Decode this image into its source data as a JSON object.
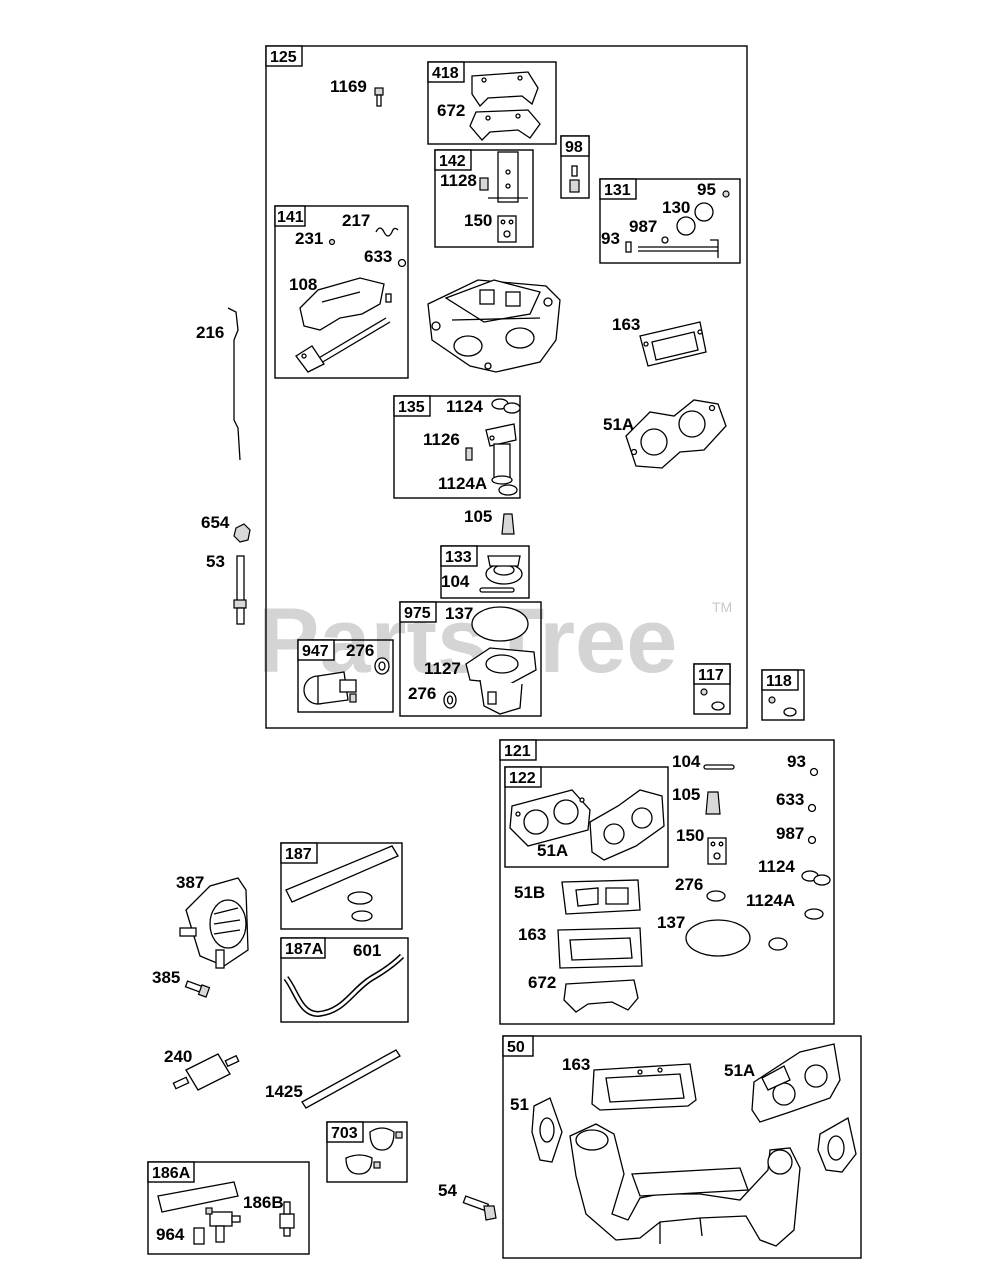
{
  "watermark": {
    "text": "PartsTree",
    "trademark": "TM"
  },
  "kits": {
    "k125": "125",
    "k418": "418",
    "k142": "142",
    "k98": "98",
    "k131": "131",
    "k141": "141",
    "k135": "135",
    "k133": "133",
    "k975": "975",
    "k947": "947",
    "k117": "117",
    "k118": "118",
    "k121": "121",
    "k122": "122",
    "k187": "187",
    "k187a": "187A",
    "k50": "50",
    "k703": "703",
    "k186a": "186A"
  },
  "labels": {
    "p1169": "1169",
    "p672a": "672",
    "p1128": "1128",
    "p150a": "150",
    "p95": "95",
    "p130": "130",
    "p987a": "987",
    "p93a": "93",
    "p217": "217",
    "p231": "231",
    "p633a": "633",
    "p108": "108",
    "p216": "216",
    "p163a": "163",
    "p1124a": "1124",
    "p1126": "1126",
    "p1124Aa": "1124A",
    "p51Aa": "51A",
    "p105a": "105",
    "p104a": "104",
    "p654": "654",
    "p53": "53",
    "p137a": "137",
    "p276a": "276",
    "p1127": "1127",
    "p276b": "276",
    "p104b": "104",
    "p93b": "93",
    "p105b": "105",
    "p633b": "633",
    "p150b": "150",
    "p987b": "987",
    "p51Ab": "51A",
    "p1124b": "1124",
    "p276c": "276",
    "p1124Ab": "1124A",
    "p51B": "51B",
    "p137b": "137",
    "p163b": "163",
    "p672b": "672",
    "p387": "387",
    "p385": "385",
    "p601": "601",
    "p240": "240",
    "p1425": "1425",
    "p163c": "163",
    "p51Ac": "51A",
    "p51": "51",
    "p54": "54",
    "p186B": "186B",
    "p964": "964"
  },
  "colors": {
    "line": "#000000",
    "shade": "#d8d8d8",
    "watermark": "#d4d4d4"
  }
}
